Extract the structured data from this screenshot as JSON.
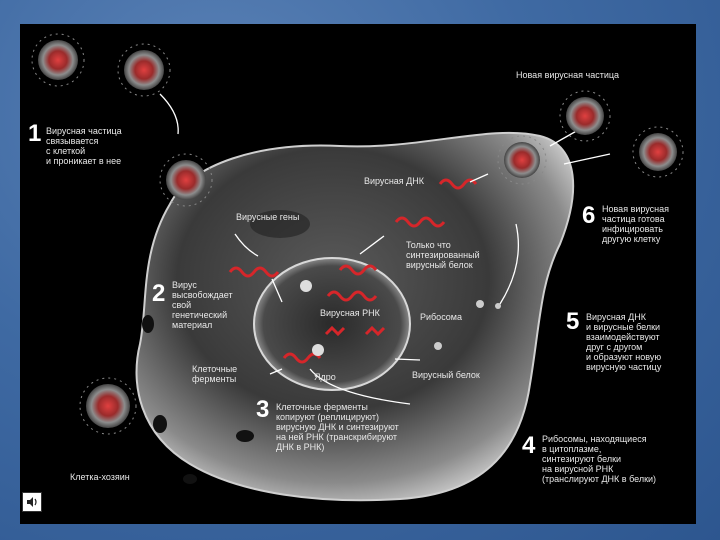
{
  "labels": {
    "new_particle": "Новая вирусная частица",
    "step1_text": "Вирусная частица\nсвязывается\nс клеткой\nи проникает в нее",
    "step2_text": "Вирус\nвысвобождает\nсвой\nгенетический\nматериал",
    "step3_text": "Клеточные ферменты\nкопируют (реплицируют)\nвирусную ДНК и синтезируют\nна ней РНК (транскрибируют\nДНК в РНК)",
    "step4_text": "Рибосомы, находящиеся\nв цитоплазме,\nсинтезируют белки\nна вирусной РНК\n(транслируют ДНК в белки)",
    "step5_text": "Вирусная ДНК\nи вирусные белки\nвзаимодействуют\nдруг с другом\nи образуют новую\nвирусную частицу",
    "step6_text": "Новая вирусная\nчастица готова\nинфицировать\nдругую клетку",
    "viral_genes": "Вирусные гены",
    "viral_dna": "Вирусная ДНК",
    "just_synth": "Только что\nсинтезированный\nвирусный белок",
    "viral_rna": "Вирусная РНК",
    "ribosome": "Рибосома",
    "cell_enzymes": "Клеточные\nферменты",
    "nucleus": "Ядро",
    "viral_protein": "Вирусный белок",
    "host_cell": "Клетка-хозяин"
  },
  "steps": {
    "s1": "1",
    "s2": "2",
    "s3": "3",
    "s4": "4",
    "s5": "5",
    "s6": "6"
  },
  "colors": {
    "background": "#3f6aa3",
    "frame": "#000000",
    "virus_core": "#c0282c",
    "dna": "#d6262a"
  },
  "icons": {
    "badge": "sound-icon"
  }
}
